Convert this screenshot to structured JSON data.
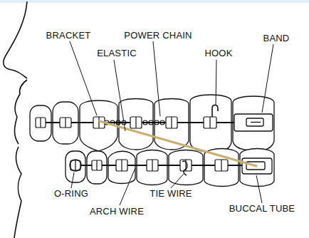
{
  "diagram": {
    "labels": [
      "BRACKET",
      "POWER CHAIN",
      "ELASTIC",
      "HOOK",
      "BAND",
      "O-RING",
      "TIE WIRE",
      "ARCH WIRE",
      "BUCCAL TUBE"
    ]
  }
}
